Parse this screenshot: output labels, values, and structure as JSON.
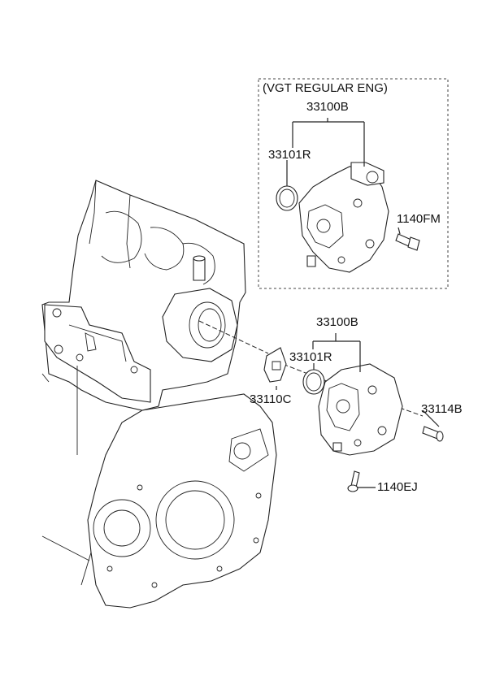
{
  "diagram": {
    "variant_box": {
      "title": "(VGT REGULAR ENG)",
      "labels": {
        "pump_assy": "33100B",
        "o_ring": "33101R",
        "bolt": "1140FM"
      }
    },
    "main_labels": {
      "pump_assy": "33100B",
      "o_ring": "33101R",
      "cover": "33110C",
      "stud": "33114B",
      "bolt": "1140EJ"
    }
  }
}
